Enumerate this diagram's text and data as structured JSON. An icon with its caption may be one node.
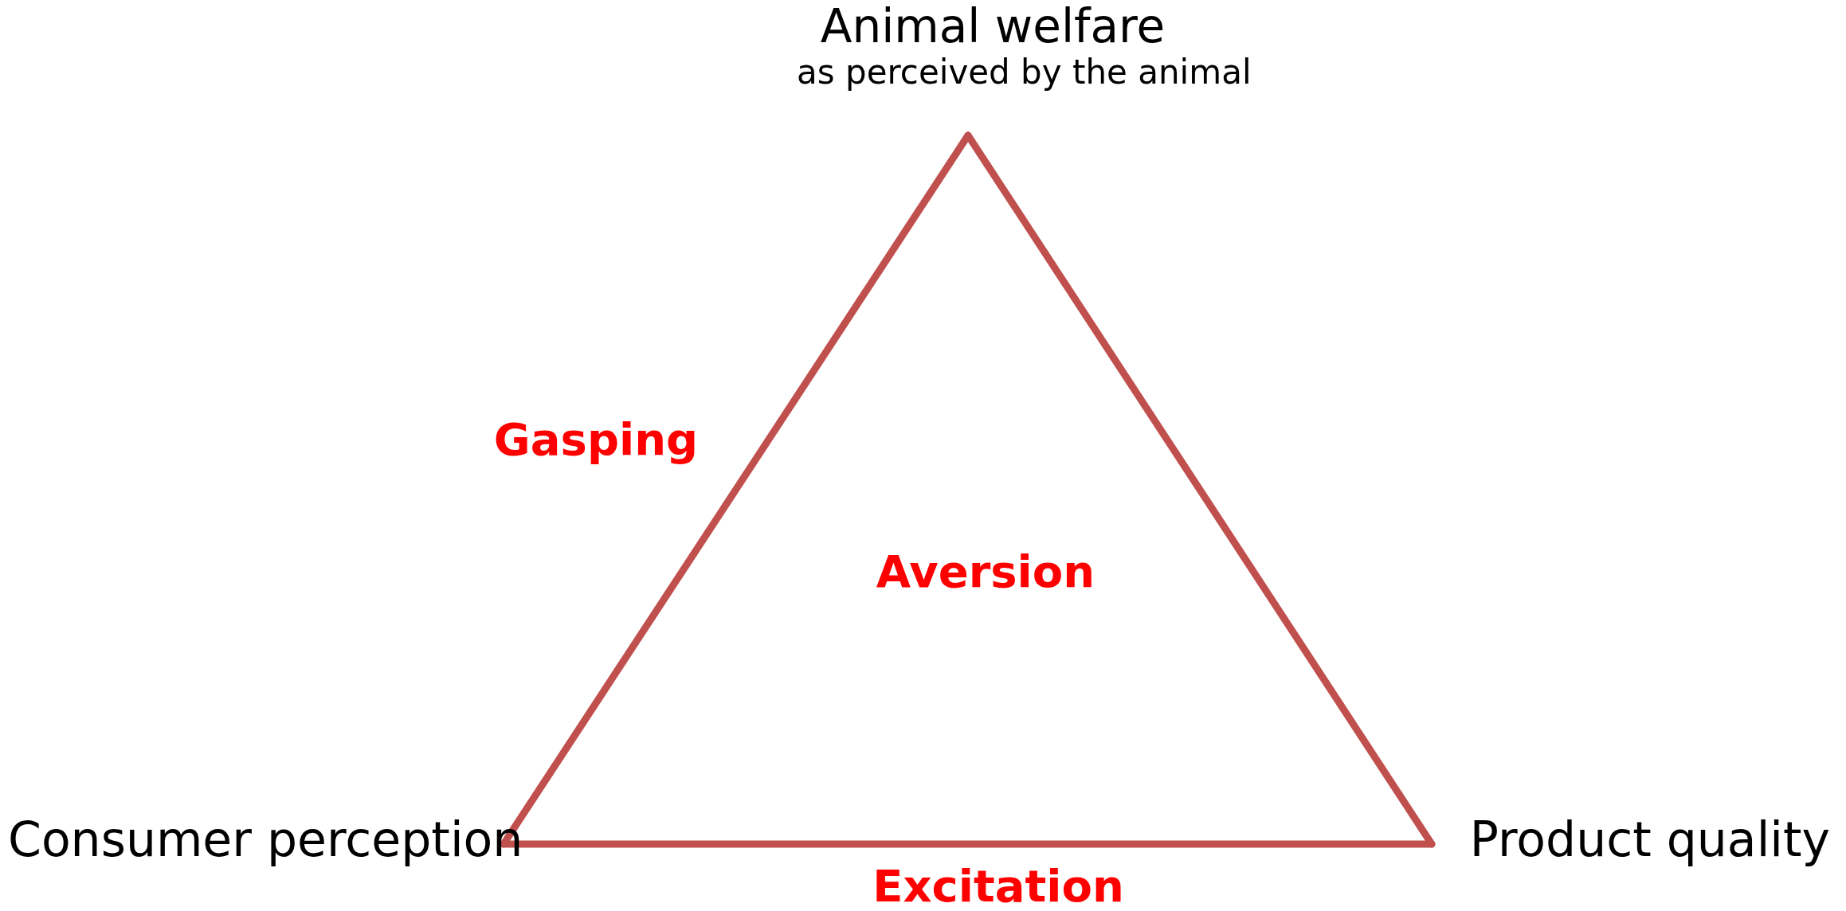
{
  "diagram": {
    "nodes": [
      {
        "text": [
          "Animal welfare",
          "as perceived by the animal"
        ]
      },
      {
        "text": [
          "Consumer perception"
        ]
      },
      {
        "text": [
          "Product quality"
        ]
      }
    ],
    "edges": [
      {
        "from": 0,
        "to": 1,
        "arrow": "none",
        "label": "Gasping"
      },
      {
        "from": 1,
        "to": 2,
        "arrow": "none",
        "label": "Excitation"
      },
      {
        "from": 2,
        "to": 0,
        "arrow": "none"
      }
    ],
    "labels": [
      "Aversion"
    ]
  }
}
